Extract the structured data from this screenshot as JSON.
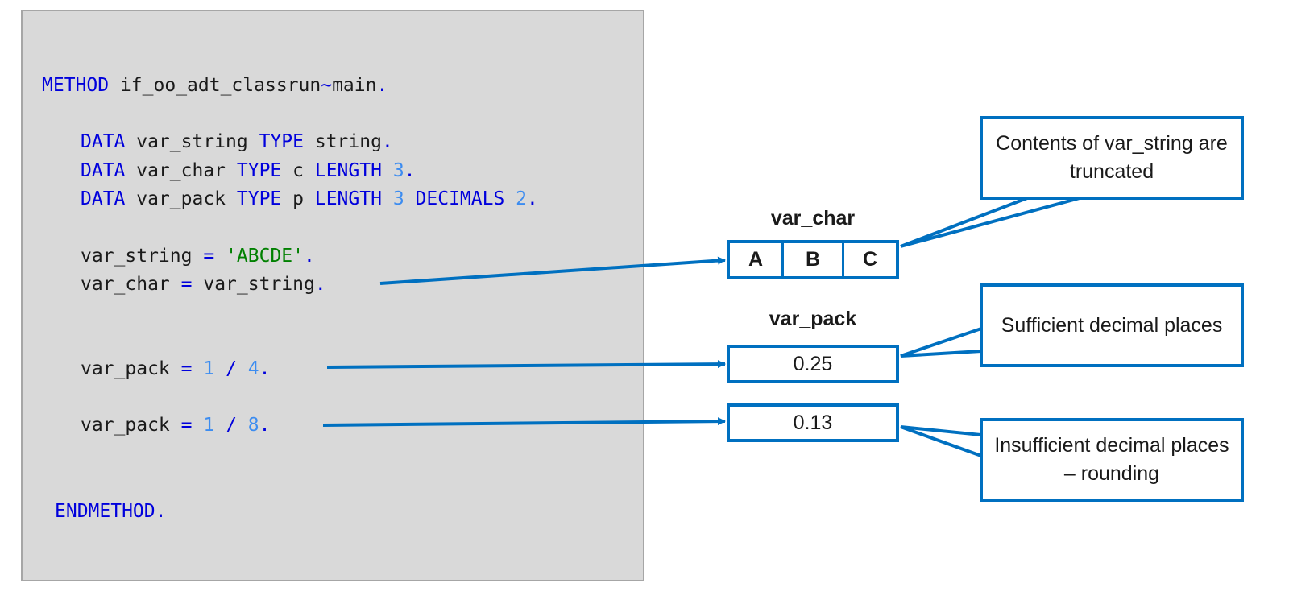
{
  "code": {
    "method_kw": "METHOD",
    "method_name": "if_oo_adt_classrun",
    "tilde": "~",
    "main": "main",
    "dot": ".",
    "data_kw": "DATA",
    "type_kw": "TYPE",
    "length_kw": "LENGTH",
    "decimals_kw": "DECIMALS",
    "var_string": "var_string",
    "var_char": "var_char",
    "var_pack": "var_pack",
    "type_string": "string",
    "type_c": "c",
    "type_p": "p",
    "len_3": "3",
    "dec_2": "2",
    "eq": "=",
    "slash": "/",
    "literal": "'ABCDE'",
    "one": "1",
    "four": "4",
    "eight": "8",
    "endmethod": "ENDMETHOD."
  },
  "var_char_label": "var_char",
  "var_char_cells": [
    "A",
    "B",
    "C"
  ],
  "var_pack_label": "var_pack",
  "pack_value_1": "0.25",
  "pack_value_2": "0.13",
  "callouts": {
    "truncated": "Contents of var_string are truncated",
    "sufficient": "Sufficient decimal places",
    "insufficient": "Insufficient decimal places – rounding"
  },
  "colors": {
    "accent_blue": "#0070c0",
    "keyword_blue": "#0000dc",
    "number_blue": "#3c8cf0",
    "string_green": "#008000",
    "panel_gray": "#d9d9d9"
  }
}
